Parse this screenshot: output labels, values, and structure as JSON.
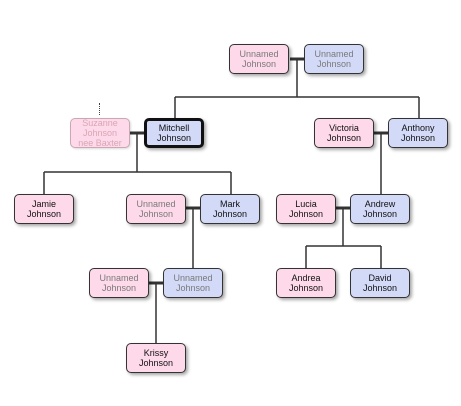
{
  "people": {
    "p1": {
      "first": "Unnamed",
      "last": "Johnson",
      "extra": ""
    },
    "p2": {
      "first": "Unnamed",
      "last": "Johnson",
      "extra": ""
    },
    "p3": {
      "first": "Suzanne",
      "last": "Johnson",
      "extra": "nee Baxter"
    },
    "p4": {
      "first": "Mitchell",
      "last": "Johnson",
      "extra": ""
    },
    "p5": {
      "first": "Victoria",
      "last": "Johnson",
      "extra": ""
    },
    "p6": {
      "first": "Anthony",
      "last": "Johnson",
      "extra": ""
    },
    "p7": {
      "first": "Jamie",
      "last": "Johnson",
      "extra": ""
    },
    "p8": {
      "first": "Unnamed",
      "last": "Johnson",
      "extra": ""
    },
    "p9": {
      "first": "Mark",
      "last": "Johnson",
      "extra": ""
    },
    "p10": {
      "first": "Lucia",
      "last": "Johnson",
      "extra": ""
    },
    "p11": {
      "first": "Andrew",
      "last": "Johnson",
      "extra": ""
    },
    "p12": {
      "first": "Unnamed",
      "last": "Johnson",
      "extra": ""
    },
    "p13": {
      "first": "Unnamed",
      "last": "Johnson",
      "extra": ""
    },
    "p14": {
      "first": "Andrea",
      "last": "Johnson",
      "extra": ""
    },
    "p15": {
      "first": "David",
      "last": "Johnson",
      "extra": ""
    },
    "p16": {
      "first": "Krissy",
      "last": "Johnson",
      "extra": ""
    }
  },
  "colors": {
    "female": "#fdd9e9",
    "male": "#d3daf7",
    "line": "#333333"
  }
}
